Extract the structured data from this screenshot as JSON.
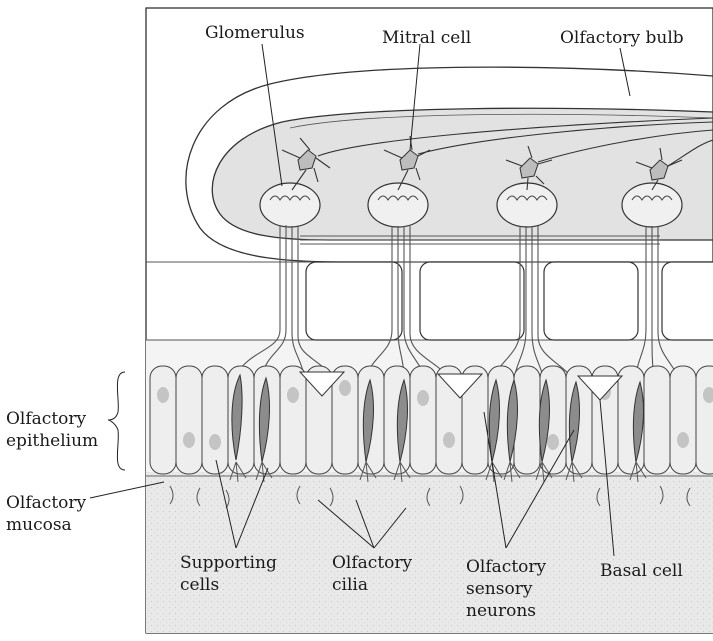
{
  "labels": {
    "glomerulus": "Glomerulus",
    "mitral_cell": "Mitral cell",
    "olfactory_bulb": "Olfactory bulb",
    "olfactory_epithelium": [
      "Olfactory",
      "epithelium"
    ],
    "olfactory_mucosa": [
      "Olfactory",
      "mucosa"
    ],
    "supporting_cells": [
      "Supporting",
      "cells"
    ],
    "olfactory_cilia": [
      "Olfactory",
      "cilia"
    ],
    "olfactory_sensory_neurons": [
      "Olfactory",
      "sensory",
      "neurons"
    ],
    "basal_cell": "Basal cell"
  }
}
